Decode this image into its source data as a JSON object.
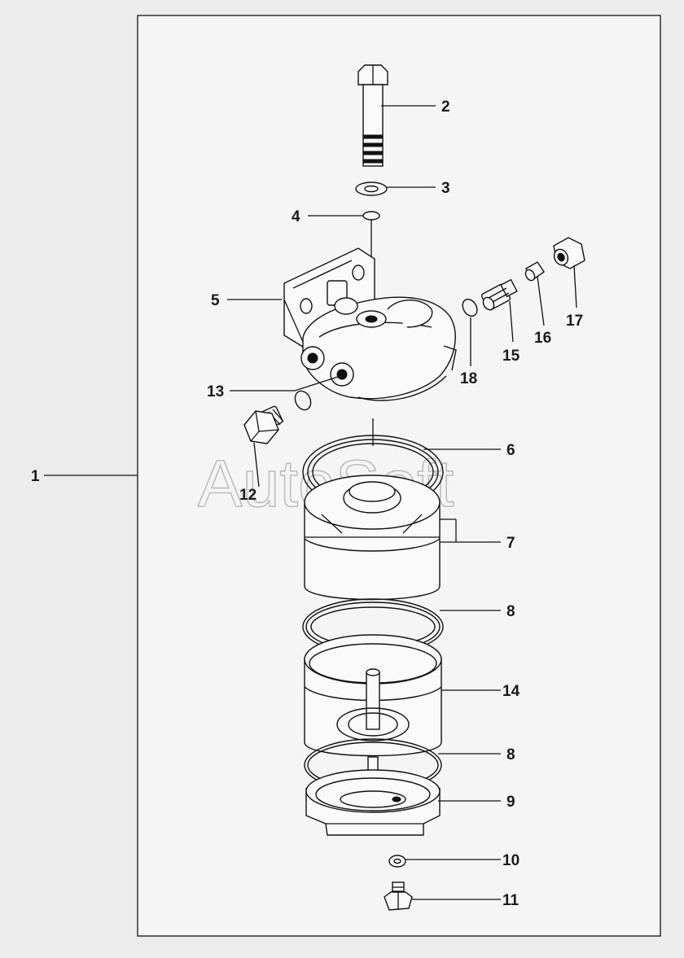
{
  "diagram": {
    "watermark": "AutoSoft",
    "callouts": [
      {
        "id": "c1",
        "label": "1"
      },
      {
        "id": "c2",
        "label": "2"
      },
      {
        "id": "c3",
        "label": "3"
      },
      {
        "id": "c4",
        "label": "4"
      },
      {
        "id": "c5",
        "label": "5"
      },
      {
        "id": "c6",
        "label": "6"
      },
      {
        "id": "c7",
        "label": "7"
      },
      {
        "id": "c8a",
        "label": "8"
      },
      {
        "id": "c14",
        "label": "14"
      },
      {
        "id": "c8b",
        "label": "8"
      },
      {
        "id": "c9",
        "label": "9"
      },
      {
        "id": "c10",
        "label": "10"
      },
      {
        "id": "c11",
        "label": "11"
      },
      {
        "id": "c12",
        "label": "12"
      },
      {
        "id": "c13",
        "label": "13"
      },
      {
        "id": "c15",
        "label": "15"
      },
      {
        "id": "c16",
        "label": "16"
      },
      {
        "id": "c17",
        "label": "17"
      },
      {
        "id": "c18",
        "label": "18"
      }
    ]
  }
}
